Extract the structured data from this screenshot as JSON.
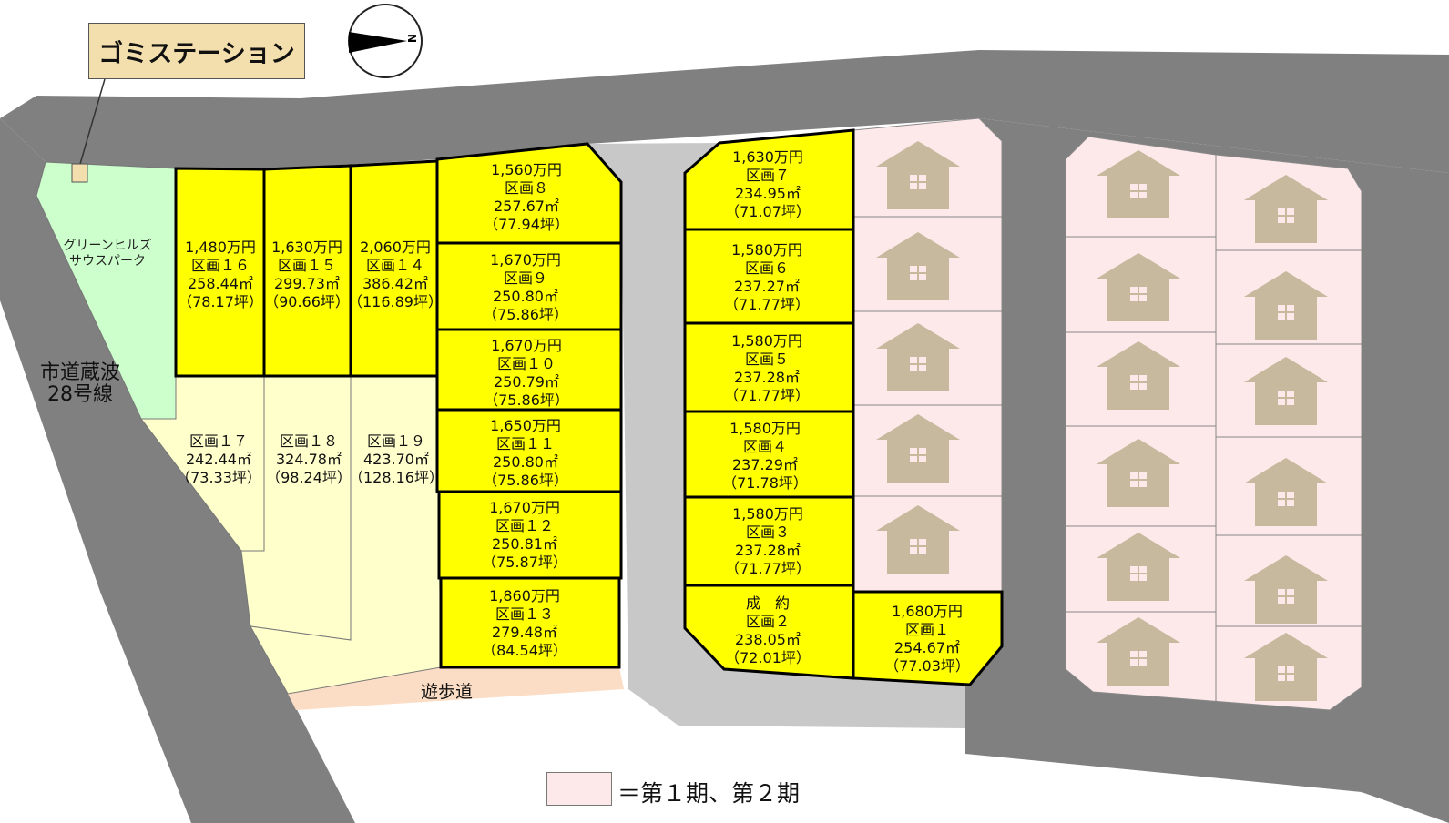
{
  "garbage_station": "ゴミステーション",
  "compass": {
    "label": "N"
  },
  "park": {
    "line1": "グリーンヒルズ",
    "line2": "サウスパーク"
  },
  "road_label": {
    "line1": "市道蔵波",
    "line2": "28号線"
  },
  "walkway_label": "遊歩道",
  "legend": {
    "text": "＝第１期、第２期",
    "color": "#fde9ea"
  },
  "colors": {
    "road": "#808080",
    "inner_road": "#c8c8c8",
    "for_sale": "#ffff00",
    "undeveloped": "#ffffcc",
    "park": "#ccffcc",
    "phase12": "#fde9ea",
    "house": "#c6b99d",
    "walkway": "#fbdcc4"
  },
  "lots": [
    {
      "id": "1",
      "price": "1,680万円",
      "name": "区画１",
      "area": "254.67㎡",
      "tsubo": "（77.03坪）"
    },
    {
      "id": "2",
      "price": "成　約",
      "name": "区画２",
      "area": "238.05㎡",
      "tsubo": "（72.01坪）"
    },
    {
      "id": "3",
      "price": "1,580万円",
      "name": "区画３",
      "area": "237.28㎡",
      "tsubo": "（71.77坪）"
    },
    {
      "id": "4",
      "price": "1,580万円",
      "name": "区画４",
      "area": "237.29㎡",
      "tsubo": "（71.78坪）"
    },
    {
      "id": "5",
      "price": "1,580万円",
      "name": "区画５",
      "area": "237.28㎡",
      "tsubo": "（71.77坪）"
    },
    {
      "id": "6",
      "price": "1,580万円",
      "name": "区画６",
      "area": "237.27㎡",
      "tsubo": "（71.77坪）"
    },
    {
      "id": "7",
      "price": "1,630万円",
      "name": "区画７",
      "area": "234.95㎡",
      "tsubo": "（71.07坪）"
    },
    {
      "id": "8",
      "price": "1,560万円",
      "name": "区画８",
      "area": "257.67㎡",
      "tsubo": "（77.94坪）"
    },
    {
      "id": "9",
      "price": "1,670万円",
      "name": "区画９",
      "area": "250.80㎡",
      "tsubo": "（75.86坪）"
    },
    {
      "id": "10",
      "price": "1,670万円",
      "name": "区画１０",
      "area": "250.79㎡",
      "tsubo": "（75.86坪）"
    },
    {
      "id": "11",
      "price": "1,650万円",
      "name": "区画１１",
      "area": "250.80㎡",
      "tsubo": "（75.86坪）"
    },
    {
      "id": "12",
      "price": "1,670万円",
      "name": "区画１２",
      "area": "250.81㎡",
      "tsubo": "（75.87坪）"
    },
    {
      "id": "13",
      "price": "1,860万円",
      "name": "区画１３",
      "area": "279.48㎡",
      "tsubo": "（84.54坪）"
    },
    {
      "id": "14",
      "price": "2,060万円",
      "name": "区画１４",
      "area": "386.42㎡",
      "tsubo": "（116.89坪）"
    },
    {
      "id": "15",
      "price": "1,630万円",
      "name": "区画１５",
      "area": "299.73㎡",
      "tsubo": "（90.66坪）"
    },
    {
      "id": "16",
      "price": "1,480万円",
      "name": "区画１６",
      "area": "258.44㎡",
      "tsubo": "（78.17坪）"
    },
    {
      "id": "17",
      "name": "区画１７",
      "area": "242.44㎡",
      "tsubo": "（73.33坪）"
    },
    {
      "id": "18",
      "name": "区画１８",
      "area": "324.78㎡",
      "tsubo": "（98.24坪）"
    },
    {
      "id": "19",
      "name": "区画１９",
      "area": "423.70㎡",
      "tsubo": "（128.16坪）"
    }
  ]
}
